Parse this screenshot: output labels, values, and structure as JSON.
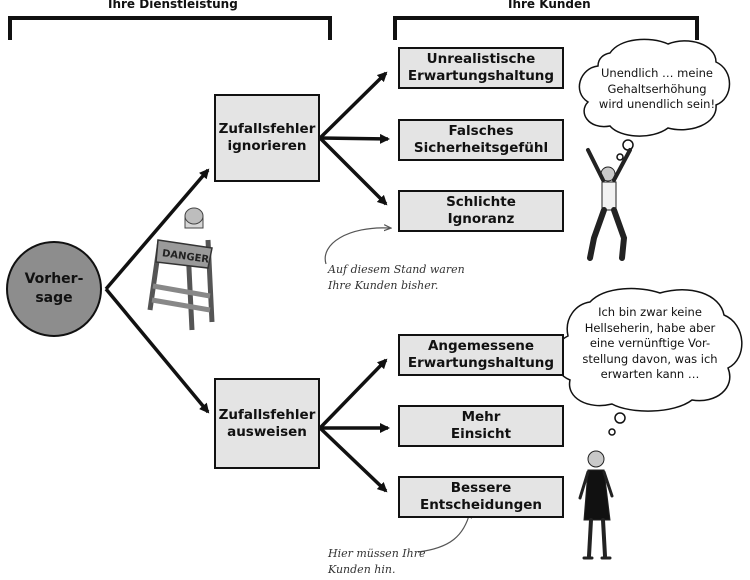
{
  "headers": {
    "service": "Ihre Dienstleistung",
    "customers": "Ihre Kunden"
  },
  "root": {
    "label": "Vorher-\nsage"
  },
  "branches": [
    {
      "label": "Zufallsfehler\nignorieren",
      "outcomes": [
        "Unrealistische\nErwartungshaltung",
        "Falsches\nSicherheitsgefühl",
        "Schlichte\nIgnoranz"
      ]
    },
    {
      "label": "Zufallsfehler\nausweisen",
      "outcomes": [
        "Angemessene\nErwartungshaltung",
        "Mehr\nEinsicht",
        "Bessere\nEntscheidungen"
      ]
    }
  ],
  "bubbles": {
    "top": "Unendlich … meine\nGehaltserhöhung\nwird unendlich sein!",
    "bottom": "Ich bin zwar keine\nHellseherin, habe aber\neine vernünftige Vor-\nstellung davon, was ich\nerwarten kann …"
  },
  "notes": {
    "current": "Auf diesem Stand waren\nIhre Kunden bisher.",
    "target": "Hier müssen Ihre\nKunden hin."
  },
  "sign": {
    "label": "DANGER"
  },
  "colors": {
    "box_fill": "#e4e4e4",
    "root_fill": "#8d8d8d",
    "stroke": "#111111"
  }
}
